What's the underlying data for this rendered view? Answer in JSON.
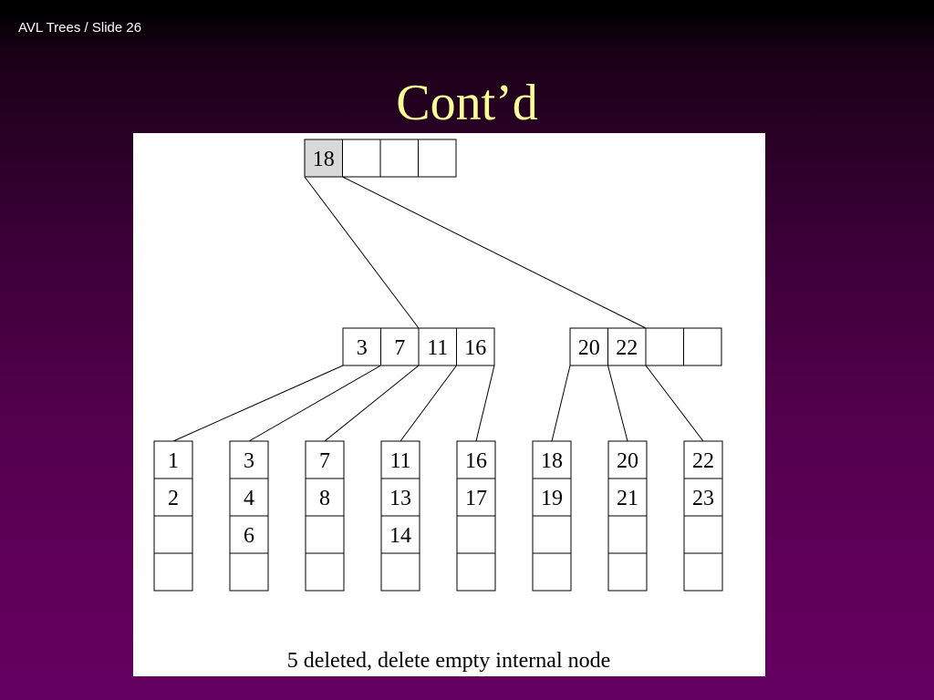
{
  "footer": {
    "label": "AVL Trees / Slide 26"
  },
  "title": "Cont’d",
  "diagram": {
    "caption": "5 deleted, delete empty internal node",
    "root": {
      "keys": [
        "18",
        "",
        "",
        ""
      ],
      "highlight_color": "#d9d9d9"
    },
    "internal_left": {
      "keys": [
        "3",
        "7",
        "11",
        "16"
      ]
    },
    "internal_right": {
      "keys": [
        "20",
        "22",
        "",
        ""
      ]
    },
    "leaves": [
      {
        "keys": [
          "1",
          "2",
          "",
          ""
        ]
      },
      {
        "keys": [
          "3",
          "4",
          "6",
          ""
        ]
      },
      {
        "keys": [
          "7",
          "8",
          "",
          ""
        ]
      },
      {
        "keys": [
          "11",
          "13",
          "14",
          ""
        ]
      },
      {
        "keys": [
          "16",
          "17",
          "",
          ""
        ]
      },
      {
        "keys": [
          "18",
          "19",
          "",
          ""
        ]
      },
      {
        "keys": [
          "20",
          "21",
          "",
          ""
        ]
      },
      {
        "keys": [
          "22",
          "23",
          "",
          ""
        ]
      }
    ]
  }
}
